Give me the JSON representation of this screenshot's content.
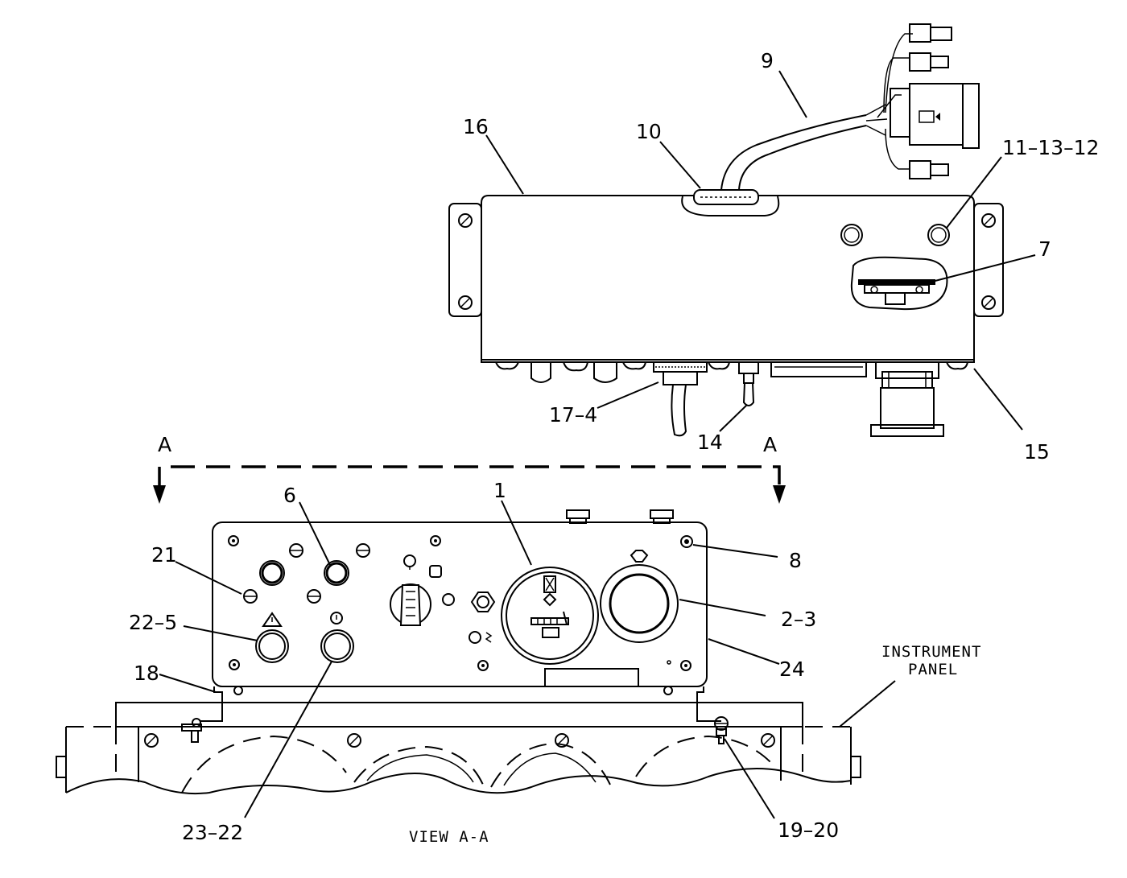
{
  "callouts": {
    "c1": "1",
    "c2_3": "2–3",
    "c6": "6",
    "c7": "7",
    "c8": "8",
    "c9": "9",
    "c10": "10",
    "c11_13_12": "11–13–12",
    "c14": "14",
    "c15": "15",
    "c16": "16",
    "c17_4": "17–4",
    "c18": "18",
    "c19_20": "19–20",
    "c21": "21",
    "c22_5": "22–5",
    "c23_22": "23–22",
    "c24": "24"
  },
  "section": {
    "left_letter": "A",
    "right_letter": "A",
    "view_label": "VIEW A-A"
  },
  "instrument_panel": {
    "line1": "INSTRUMENT",
    "line2": "PANEL"
  }
}
